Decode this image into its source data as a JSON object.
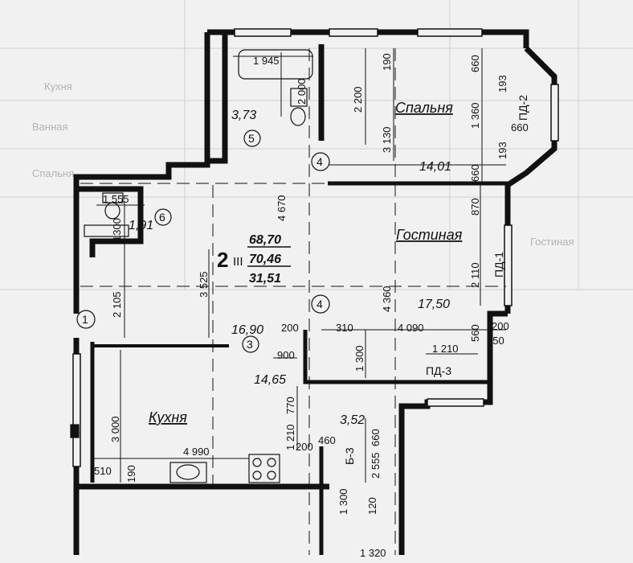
{
  "apartment": {
    "number": "2",
    "type": "III",
    "area_total": "68,70",
    "area_with_balcony": "70,46",
    "area_living": "31,51"
  },
  "rooms": {
    "bedroom": {
      "name": "Спальня",
      "area": "14,01"
    },
    "living": {
      "name": "Гостиная",
      "area": "17,50"
    },
    "kitchen": {
      "name": "Кухня",
      "area": "14,65"
    },
    "bath": {
      "area": "3,73"
    },
    "wc": {
      "area": "1,91"
    },
    "hall": {
      "area": "16,90"
    },
    "balcony": {
      "area": "3,52"
    }
  },
  "markers": {
    "bath": "5",
    "wc": "6",
    "hall": "3",
    "axis_1": "1",
    "axis_4_top": "4",
    "axis_4_bottom": "4"
  },
  "tags": {
    "pd1": "ПД-1",
    "pd2": "ПД-2",
    "pd3": "ПД-3",
    "b3": "Б-3"
  },
  "dims": {
    "d1945": "1 945",
    "d2000": "2 000",
    "d2200": "2 200",
    "d190": "190",
    "d3130": "3 130",
    "d660a": "660",
    "d193a": "193",
    "d1360": "1 360",
    "d660b": "660",
    "d193b": "193",
    "d660c": "660",
    "d870": "870",
    "d4670": "4 670",
    "d1555": "1 555",
    "d1300a": "1300",
    "d2105": "2 105",
    "d3525": "3 525",
    "d4360": "4 360",
    "d2110": "2 110",
    "d200a": "200",
    "d310": "310",
    "d4090": "4 090",
    "d560": "560",
    "d200b": "200",
    "d900": "900",
    "d1300b": "1 300",
    "d1210a": "1 210",
    "d650": "650",
    "d770": "770",
    "d1210b": "1 210",
    "d200c": "200",
    "d460": "460",
    "d2555": "2 555",
    "d660d": "660",
    "d3000": "3 000",
    "d4990": "4 990",
    "d510": "510",
    "d190b": "190",
    "d1300c": "1 300",
    "d120": "120",
    "d1320": "1 320"
  },
  "bg_labels": {
    "kitchen": "Кухня",
    "spalnya": "Спальня",
    "gostinaya": "Гостиная",
    "vannaya": "Ванная"
  }
}
